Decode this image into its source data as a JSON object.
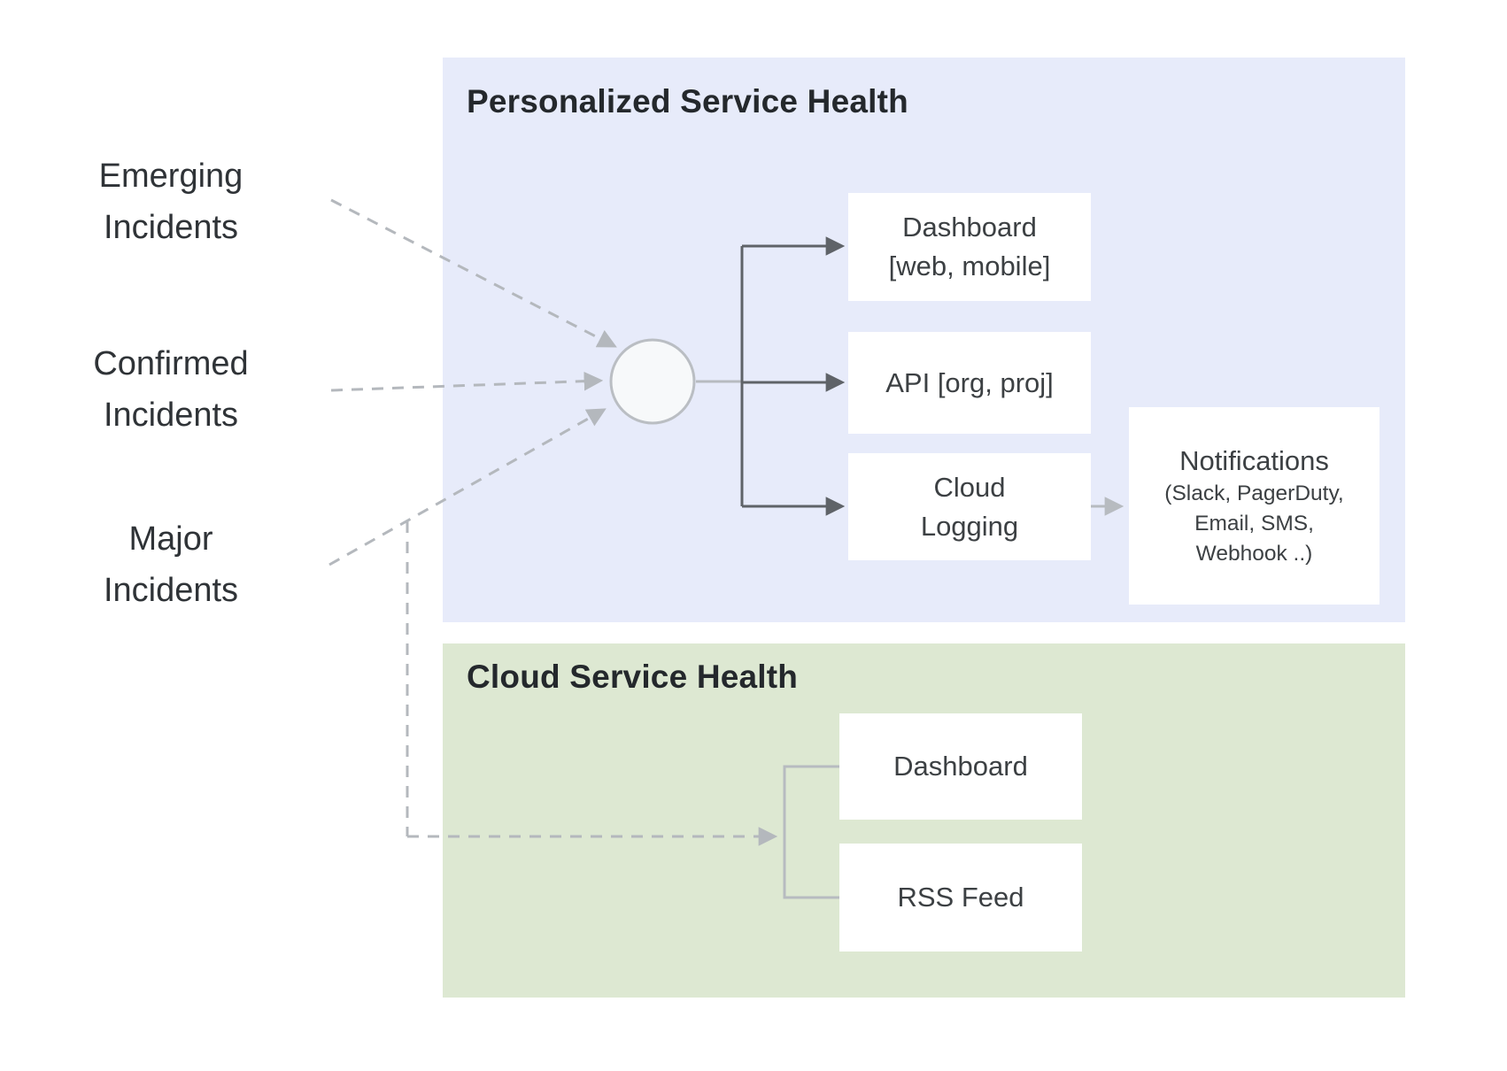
{
  "colors": {
    "panel-blue": "#e7ebfa",
    "panel-green": "#dde8d2",
    "box-bg": "#ffffff",
    "title-text": "#24282c",
    "label-text": "#2f3337",
    "box-text": "#3c4043",
    "arrow-dark": "#5f6368",
    "line-light": "#b7bbc0",
    "line-dashed": "#b4b8bd",
    "circle-fill": "#f7f9fa",
    "circle-stroke": "#babec3"
  },
  "sources": {
    "emerging": {
      "lines": [
        "Emerging",
        "Incidents"
      ]
    },
    "confirmed": {
      "lines": [
        "Confirmed",
        "Incidents"
      ]
    },
    "major": {
      "lines": [
        "Major",
        "Incidents"
      ]
    }
  },
  "personalized": {
    "title": "Personalized Service Health",
    "dashboard": {
      "lines": [
        "Dashboard",
        "[web, mobile]"
      ]
    },
    "api": {
      "label": "API [org, proj]"
    },
    "cloud_logging": {
      "lines": [
        "Cloud",
        "Logging"
      ]
    },
    "notifications": {
      "title": "Notifications",
      "details": [
        "(Slack, PagerDuty,",
        "Email, SMS,",
        "Webhook ..)"
      ]
    }
  },
  "cloud": {
    "title": "Cloud Service Health",
    "dashboard": {
      "label": "Dashboard"
    },
    "rss": {
      "label": "RSS Feed"
    }
  }
}
